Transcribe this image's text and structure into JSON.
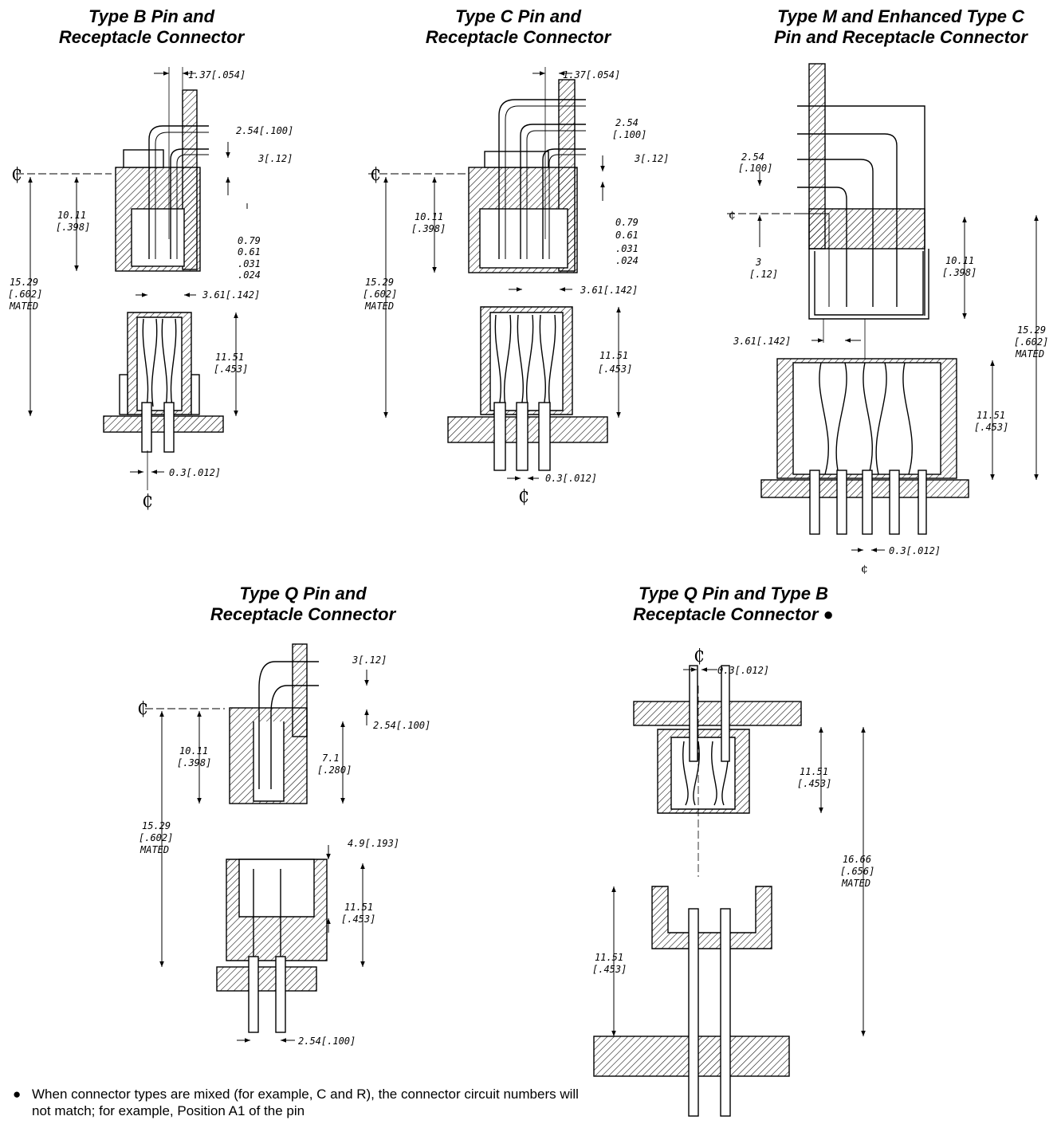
{
  "titles": {
    "b": {
      "line1": "Type B Pin and",
      "line2": "Receptacle Connector"
    },
    "c": {
      "line1": "Type C Pin and",
      "line2": "Receptacle Connector"
    },
    "m": {
      "line1": "Type M and Enhanced Type C",
      "line2": "Pin and Receptacle Connector"
    },
    "q": {
      "line1": "Type Q Pin and",
      "line2": "Receptacle Connector"
    },
    "qb": {
      "line1": "Type Q Pin and Type B",
      "line2": "Receptacle Connector ●"
    }
  },
  "dims": {
    "b": {
      "d1": "1.37[.054]",
      "d2": "2.54[.100]",
      "d3": "3[.12]",
      "d4a": "10.11",
      "d4b": "[.398]",
      "d5a": "0.79",
      "d5b": "0.61",
      "d5c": ".031",
      "d5d": ".024",
      "d6a": "15.29",
      "d6b": "[.602]",
      "d6c": "MATED",
      "d7": "3.61[.142]",
      "d8a": "11.51",
      "d8b": "[.453]",
      "d9": "0.3[.012]",
      "cl1": "₵",
      "cl2": "₵"
    },
    "c": {
      "d1": "1.37[.054]",
      "d2a": "2.54",
      "d2b": "[.100]",
      "d3": "3[.12]",
      "d4a": "10.11",
      "d4b": "[.398]",
      "d5a": "0.79",
      "d5b": "0.61",
      "d5c": ".031",
      "d5d": ".024",
      "d6a": "15.29",
      "d6b": "[.602]",
      "d6c": "MATED",
      "d7": "3.61[.142]",
      "d8a": "11.51",
      "d8b": "[.453]",
      "d9": "0.3[.012]",
      "cl1": "₵",
      "cl2": "₵"
    },
    "m": {
      "d2a": "2.54",
      "d2b": "[.100]",
      "d3a": "3",
      "d3b": "[.12]",
      "d4a": "10.11",
      "d4b": "[.398]",
      "d6a": "15.29",
      "d6b": "[.602]",
      "d6c": "MATED",
      "d7": "3.61[.142]",
      "d8a": "11.51",
      "d8b": "[.453]",
      "d9": "0.3[.012]",
      "cl1": "¢",
      "cl2": "¢"
    },
    "q": {
      "d1": "3[.12]",
      "d2": "2.54[.100]",
      "d4a": "10.11",
      "d4b": "[.398]",
      "d5a": "7.1",
      "d5b": "[.280]",
      "d6a": "15.29",
      "d6b": "[.602]",
      "d6c": "MATED",
      "d7": "4.9[.193]",
      "d8a": "11.51",
      "d8b": "[.453]",
      "d9": "2.54[.100]",
      "cl1": "₵"
    },
    "qb": {
      "cl1": "₵",
      "d1": "0.3[.012]",
      "d2a": "11.51",
      "d2b": "[.453]",
      "d3a": "16.66",
      "d3b": "[.656]",
      "d3c": "MATED",
      "d4a": "11.51",
      "d4b": "[.453]"
    }
  },
  "note": {
    "bullet": "●",
    "text": "When connector types are mixed (for example, C and R), the connector circuit numbers will not match; for example, Position A1 of the pin"
  }
}
